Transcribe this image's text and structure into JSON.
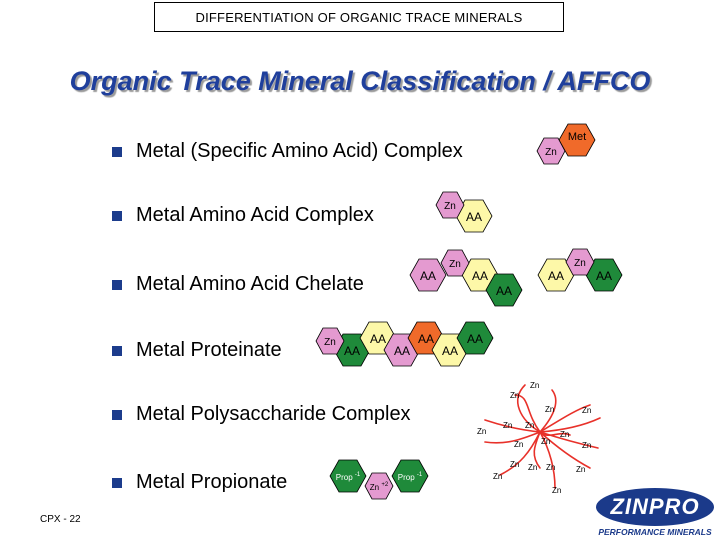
{
  "header": {
    "title": "DIFFERENTIATION OF ORGANIC TRACE MINERALS"
  },
  "slide": {
    "title": "Organic Trace Mineral Classification / AFFCO"
  },
  "bullets": [
    {
      "label": "Metal (Specific Amino Acid) Complex"
    },
    {
      "label": "Metal Amino Acid Complex"
    },
    {
      "label": "Metal Amino Acid Chelate"
    },
    {
      "label": "Metal Proteinate"
    },
    {
      "label": "Metal Polysaccharide Complex"
    },
    {
      "label": "Metal Propionate"
    }
  ],
  "molecules": {
    "zn": "Zn",
    "met": "Met",
    "aa": "AA",
    "prop": "Prop",
    "prop_charge": "-1",
    "zn_charge": "+2"
  },
  "colors": {
    "hex_orange": "#f06a2a",
    "hex_pink": "#e49ad0",
    "hex_yellow": "#fdf8a8",
    "hex_green": "#1f8a3a",
    "poly_red": "#e8312a",
    "title_blue": "#1f3f9c"
  },
  "footer": {
    "code": "CPX - 22"
  },
  "logo": {
    "name": "ZINPRO",
    "tagline": "PERFORMANCE MINERALS"
  }
}
